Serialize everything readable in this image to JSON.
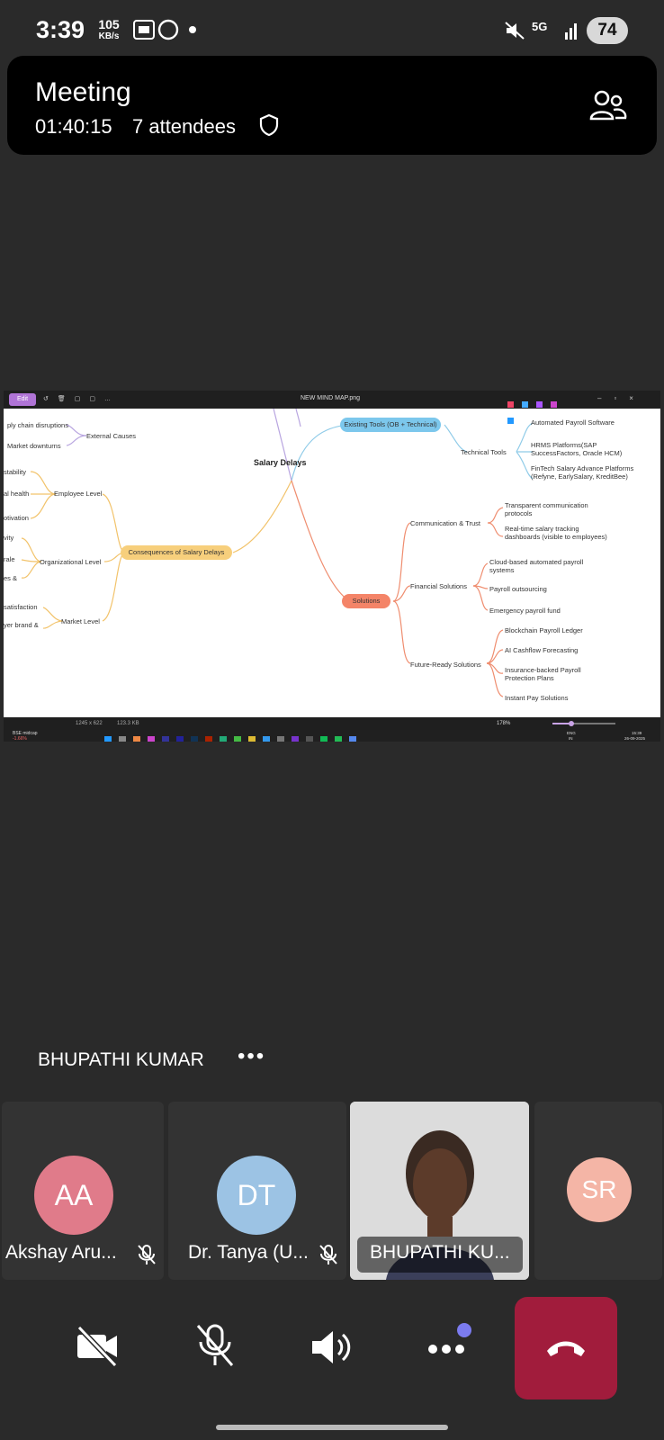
{
  "status_bar": {
    "time": "3:39",
    "speed_value": "105",
    "speed_unit": "KB/s",
    "network": "5G",
    "battery": "74"
  },
  "meeting": {
    "title": "Meeting",
    "duration": "01:40:15",
    "attendees": "7 attendees"
  },
  "shared_screen": {
    "toolbar": {
      "edit_label": "Edit",
      "file_name": "NEW MIND MAP.png"
    },
    "status": {
      "dimensions": "1245 x 622",
      "file_size": "123.3 KB",
      "zoom": "178%"
    },
    "taskbar": {
      "weather": "BSE midcap",
      "weather_change": "-1.66%",
      "lang": "ENG",
      "region": "IN",
      "clock": "15:39",
      "date": "26-09-2025"
    },
    "mindmap": {
      "center": "Salary Delays",
      "existing_tools": "Existing Tools (OB + Technical)",
      "technical_tools": "Technical Tools",
      "tools": [
        "Automated Payroll Software",
        "HRMS Platforms(SAP",
        "SuccessFactors, Oracle HCM)",
        "FinTech Salary Advance Platforms",
        "(Refyne, EarlySalary, KreditBee)"
      ],
      "external_causes": "External Causes",
      "external_items": [
        "ply chain disruptions",
        "Market downturns"
      ],
      "consequences": "Consequences of Salary Delays",
      "employee_level": "Employee Level",
      "employee_items": [
        "stability",
        "al health",
        "otivation"
      ],
      "org_level": "Organizational Level",
      "org_items": [
        "vity",
        "rale",
        "es &"
      ],
      "market_level": "Market Level",
      "market_items": [
        "satisfaction",
        "yer brand &"
      ],
      "solutions": "Solutions",
      "comm_trust": "Communication & Trust",
      "comm_items": [
        "Transparent communication",
        "protocols",
        "Real-time salary tracking",
        "dashboards (visible to employees)"
      ],
      "financial": "Financial Solutions",
      "financial_items": [
        "Cloud-based automated payroll",
        "systems",
        "Payroll outsourcing",
        "Emergency payroll fund"
      ],
      "future": "Future-Ready Solutions",
      "future_items": [
        "Blockchain Payroll Ledger",
        "AI Cashflow Forecasting",
        "Insurance-backed Payroll",
        "Protection Plans",
        "Instant Pay Solutions"
      ]
    }
  },
  "main_speaker": {
    "name": "BHUPATHI KUMAR",
    "more": "•••"
  },
  "participants": [
    {
      "initials": "AA",
      "name": "Akshay Aru...",
      "color": "#e07b8a"
    },
    {
      "initials": "DT",
      "name": "Dr. Tanya (U...",
      "color": "#9cc3e4"
    },
    {
      "initials": "",
      "name": "BHUPATHI KU...",
      "color": "#d8d8d8"
    },
    {
      "initials": "SR",
      "name": "",
      "color": "#f4b5a6"
    }
  ],
  "colors": {
    "hangup": "#a11c3c",
    "mic_badge": "#7b7bf0"
  }
}
